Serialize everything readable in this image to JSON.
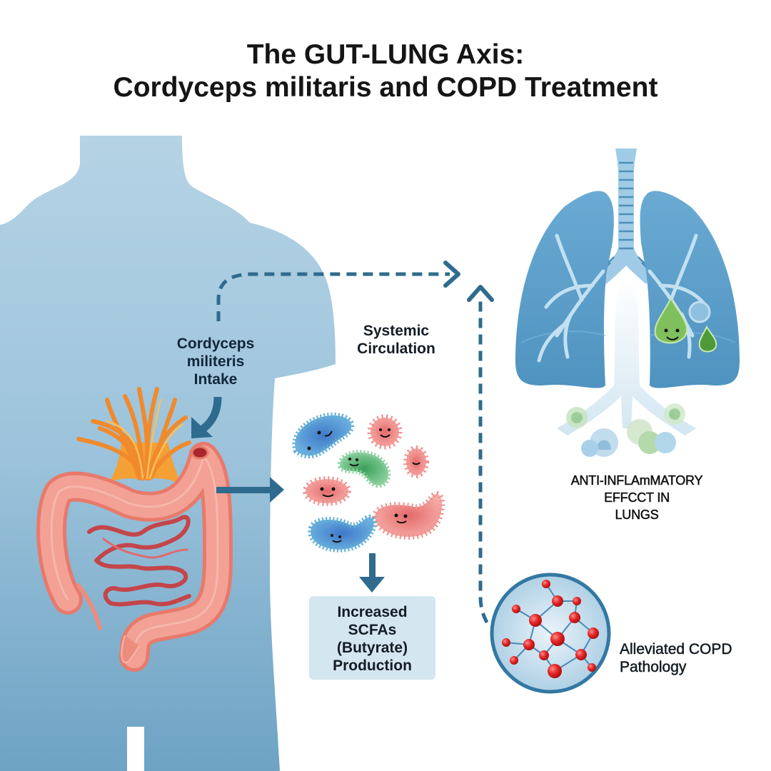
{
  "title": {
    "line1": "The GUT-LUNG Axis:",
    "line2": "Cordyceps militaris and COPD Treatment"
  },
  "labels": {
    "intake": [
      "Cordyceps",
      "militeris",
      "Intake"
    ],
    "systemic": [
      "Systemic",
      "Circulation"
    ],
    "anti_inflammatory": [
      "ANTI-INFLAmMATORY",
      "EFFCCT IN",
      "LUNGS"
    ],
    "scfa": [
      "Increased",
      "SCFAs",
      "(Butyrate)",
      "Production"
    ],
    "copd": [
      "Alleviated COPD",
      "Pathology"
    ]
  },
  "colors": {
    "body": "#9dc3da",
    "body_dark": "#6fa3c4",
    "arrow": "#2e6b8e",
    "colon": "#ee8f80",
    "small_intestine": "#c4454a",
    "cordyceps": "#f08a2c",
    "lung": "#5a9fc9",
    "trachea": "#9fcbe6",
    "molecule": "#e02b2b",
    "scfa_box": "#d4e6f0"
  },
  "figure_elements": {
    "microbes": [
      {
        "type": "rod",
        "color": "blue"
      },
      {
        "type": "coccus",
        "color": "red"
      },
      {
        "type": "curved-rod",
        "color": "green"
      },
      {
        "type": "oval",
        "color": "red"
      },
      {
        "type": "rod",
        "color": "red"
      },
      {
        "type": "curved-rod",
        "color": "red"
      },
      {
        "type": "curved-rod",
        "color": "blue"
      }
    ],
    "molecule_nodes": 16
  }
}
